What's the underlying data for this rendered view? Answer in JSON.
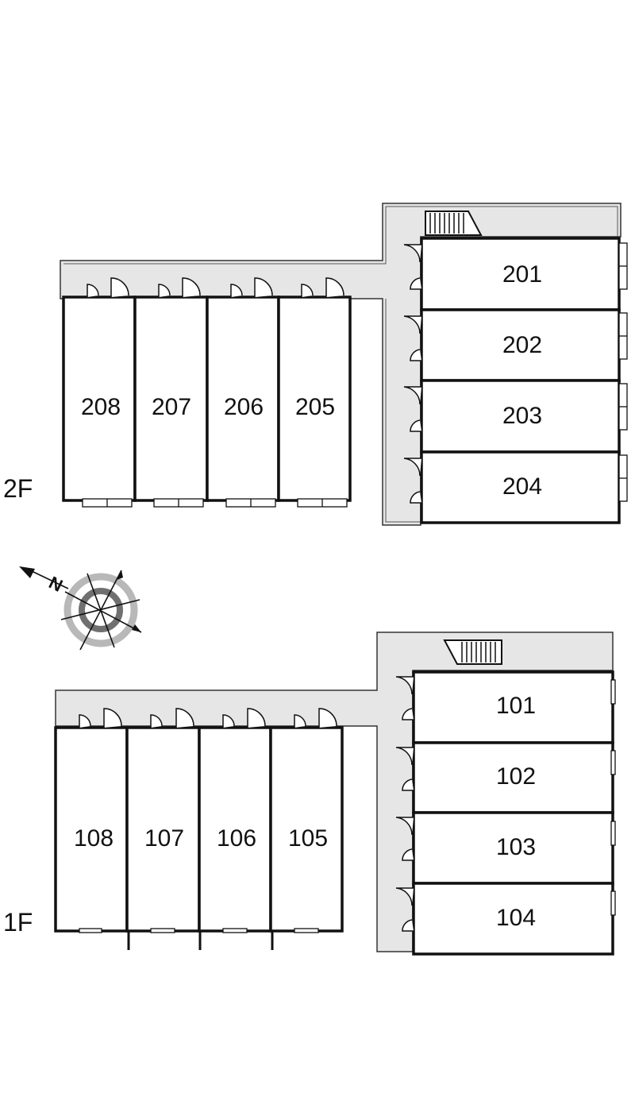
{
  "floors": [
    {
      "label": "2F",
      "units_vertical": [
        "208",
        "207",
        "206",
        "205"
      ],
      "units_horizontal": [
        "201",
        "202",
        "203",
        "204"
      ]
    },
    {
      "label": "1F",
      "units_vertical": [
        "108",
        "107",
        "106",
        "105"
      ],
      "units_horizontal": [
        "101",
        "102",
        "103",
        "104"
      ]
    }
  ],
  "compass": {
    "letter": "N",
    "icon": "north-arrow-icon"
  },
  "colors": {
    "corridor": "#e6e6e6",
    "wall": "#111111",
    "compass_ring_outer": "#b8b8b8",
    "compass_ring_inner": "#707070"
  }
}
